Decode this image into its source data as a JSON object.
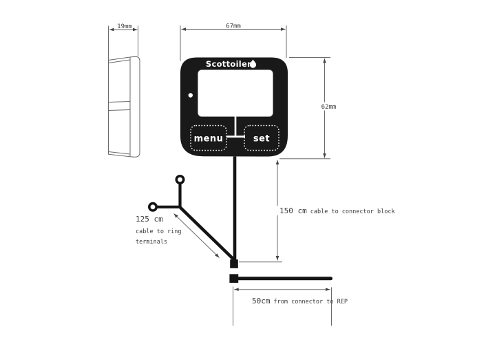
{
  "title": "Scottoiler display unit dimension drawing",
  "device": {
    "brand": "Scottoiler",
    "buttons": {
      "menu": "menu",
      "set": "set"
    }
  },
  "dimensions": {
    "depth": "19mm",
    "width": "67mm",
    "height": "62mm"
  },
  "cables": {
    "connector_block": {
      "value": "150 cm",
      "label": "cable to connector block"
    },
    "ring_terminals": {
      "value": "125 cm",
      "label_line1": "cable to ring",
      "label_line2": "terminals"
    },
    "rep": {
      "value": "50cm",
      "label": "from connector to REP"
    }
  },
  "colors": {
    "body": "#191919",
    "cable": "#141414",
    "line": "#6a6a6a",
    "text": "#3a3a3a",
    "background": "#ffffff"
  }
}
